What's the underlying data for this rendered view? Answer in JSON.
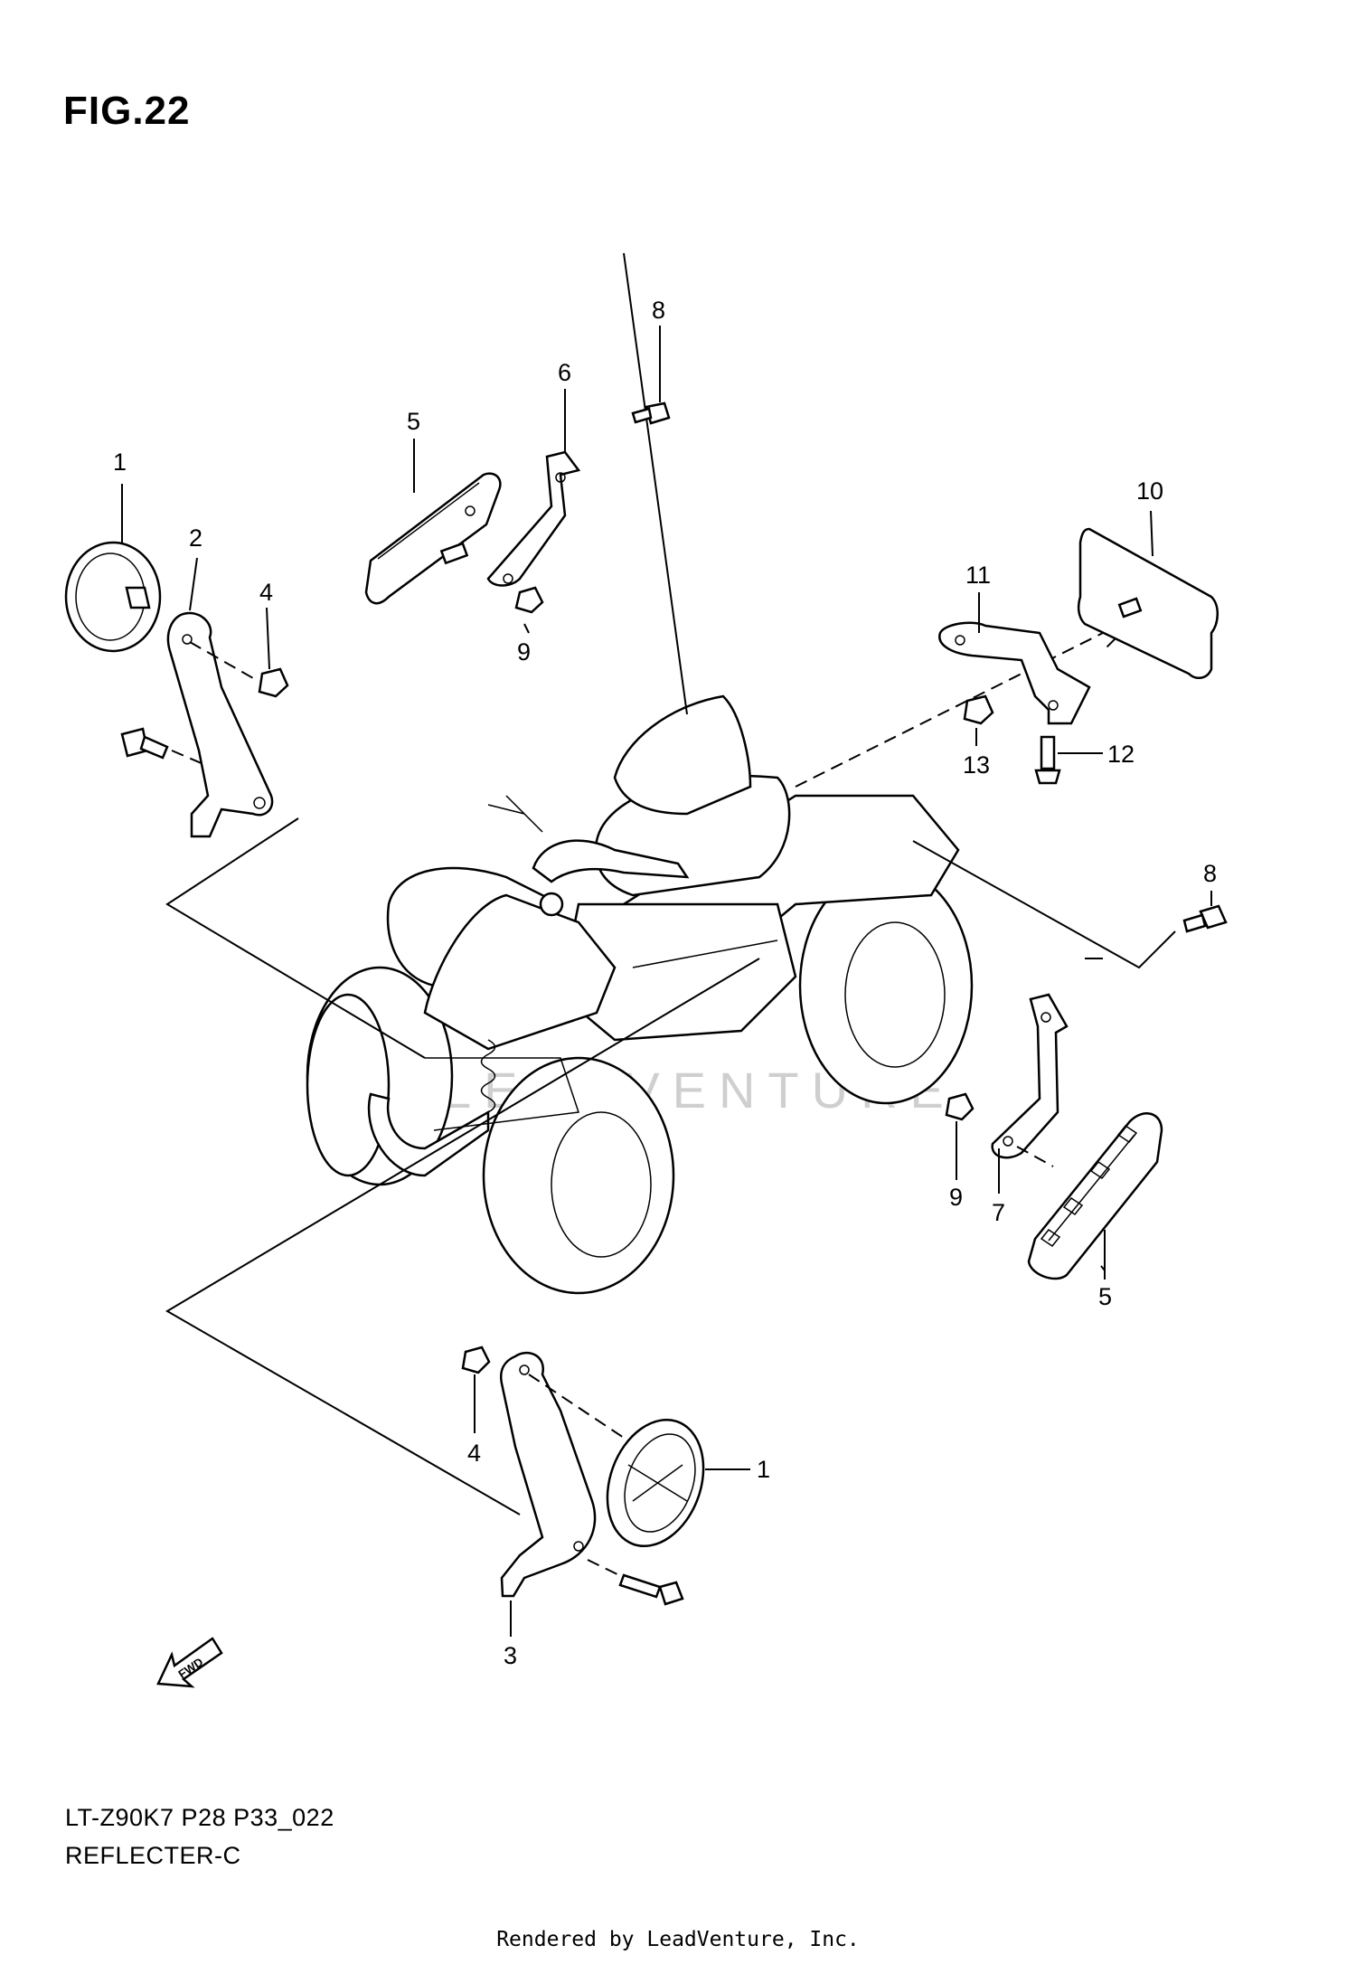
{
  "figure_title": "FIG.22",
  "footer": {
    "model_code": "LT-Z90K7 P28 P33_022",
    "section_name": "REFLECTER-C"
  },
  "rendered_by": "Rendered by LeadVenture, Inc.",
  "watermark": "LEADVENTURE",
  "fwd_label": "FWD",
  "callouts": {
    "c1a": "1",
    "c2": "2",
    "c4a": "4",
    "c5a": "5",
    "c6": "6",
    "c8a": "8",
    "c9a": "9",
    "c10": "10",
    "c11": "11",
    "c12": "12",
    "c13": "13",
    "c8b": "8",
    "c9b": "9",
    "c7": "7",
    "c5b": "5",
    "c4b": "4",
    "c1b": "1",
    "c3": "3"
  }
}
